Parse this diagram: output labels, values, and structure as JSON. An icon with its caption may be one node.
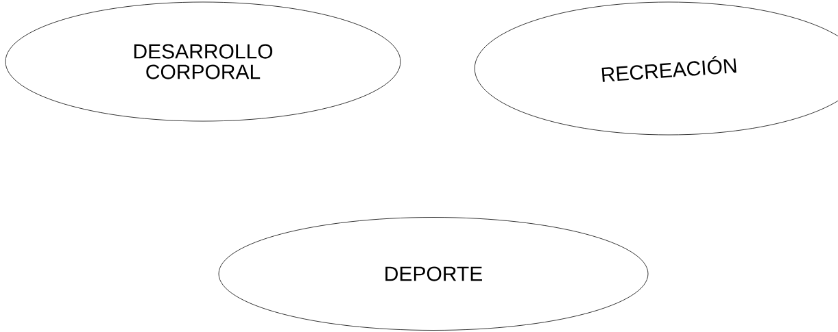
{
  "diagram": {
    "nodes": [
      {
        "text": [
          "DESARROLLO CORPORAL"
        ]
      },
      {
        "text": [
          "RECREACIÓN"
        ]
      },
      {
        "text": [
          "DEPORTE"
        ]
      }
    ]
  }
}
